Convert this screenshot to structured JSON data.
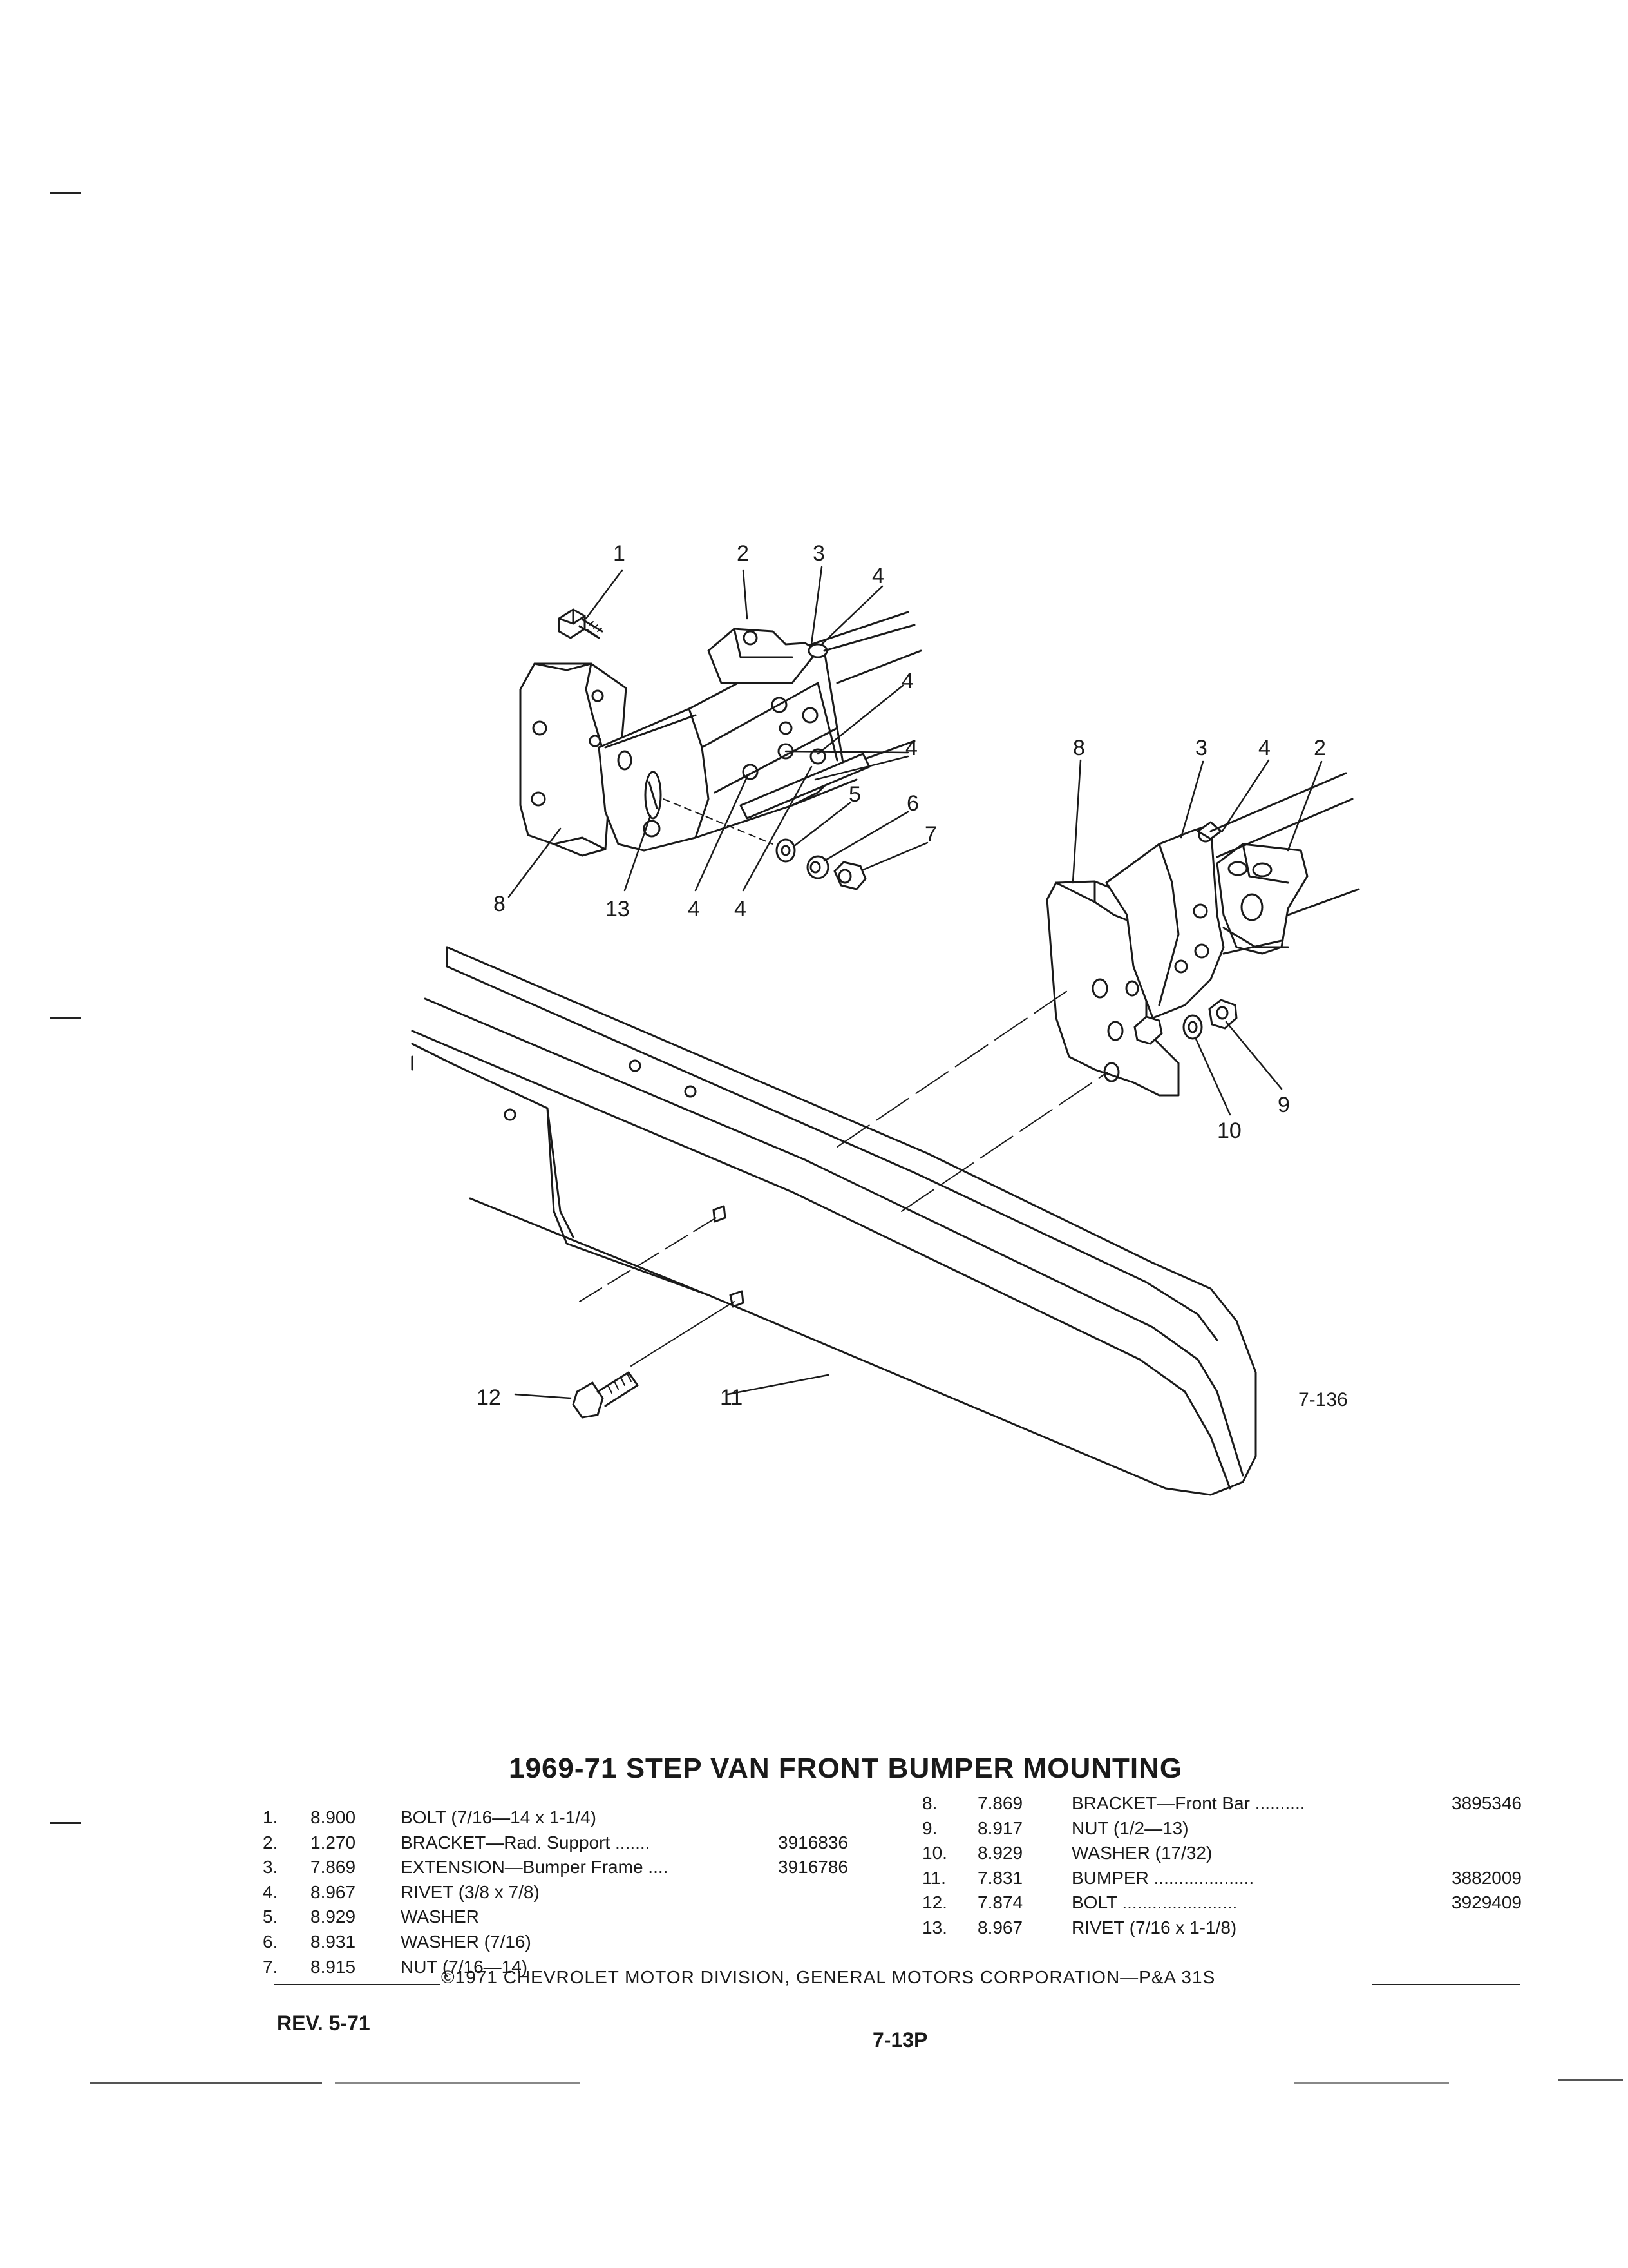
{
  "document": {
    "title": "1969-71 STEP VAN FRONT BUMPER MOUNTING",
    "figure_id": "7-136",
    "callouts": [
      "1",
      "2",
      "3",
      "4",
      "4",
      "4",
      "4",
      "5",
      "6",
      "7",
      "8",
      "13",
      "4",
      "4",
      "8",
      "3",
      "4",
      "2",
      "10",
      "9",
      "12",
      "11"
    ],
    "parts_left": [
      {
        "num": "1.",
        "code": "8.900",
        "desc": "BOLT (7/16—14 x 1-1/4)",
        "part": ""
      },
      {
        "num": "2.",
        "code": "1.270",
        "desc": "BRACKET—Rad. Support .......",
        "part": "3916836"
      },
      {
        "num": "3.",
        "code": "7.869",
        "desc": "EXTENSION—Bumper Frame ....",
        "part": "3916786"
      },
      {
        "num": "4.",
        "code": "8.967",
        "desc": "RIVET (3/8 x 7/8)",
        "part": ""
      },
      {
        "num": "5.",
        "code": "8.929",
        "desc": "WASHER",
        "part": ""
      },
      {
        "num": "6.",
        "code": "8.931",
        "desc": "WASHER (7/16)",
        "part": ""
      },
      {
        "num": "7.",
        "code": "8.915",
        "desc": "NUT (7/16—14)",
        "part": ""
      }
    ],
    "parts_right": [
      {
        "num": "8.",
        "code": "7.869",
        "desc": "BRACKET—Front Bar ..........",
        "part": "3895346"
      },
      {
        "num": "9.",
        "code": "8.917",
        "desc": "NUT (1/2—13)",
        "part": ""
      },
      {
        "num": "10.",
        "code": "8.929",
        "desc": "WASHER (17/32)",
        "part": ""
      },
      {
        "num": "11.",
        "code": "7.831",
        "desc": "BUMPER ....................",
        "part": "3882009"
      },
      {
        "num": "12.",
        "code": "7.874",
        "desc": "BOLT .......................",
        "part": "3929409"
      },
      {
        "num": "13.",
        "code": "8.967",
        "desc": "RIVET (7/16 x 1-1/8)",
        "part": ""
      }
    ],
    "copyright": "©1971 CHEVROLET MOTOR DIVISION, GENERAL MOTORS CORPORATION—P&A 31S",
    "revision": "REV. 5-71",
    "page_number": "7-13P"
  }
}
